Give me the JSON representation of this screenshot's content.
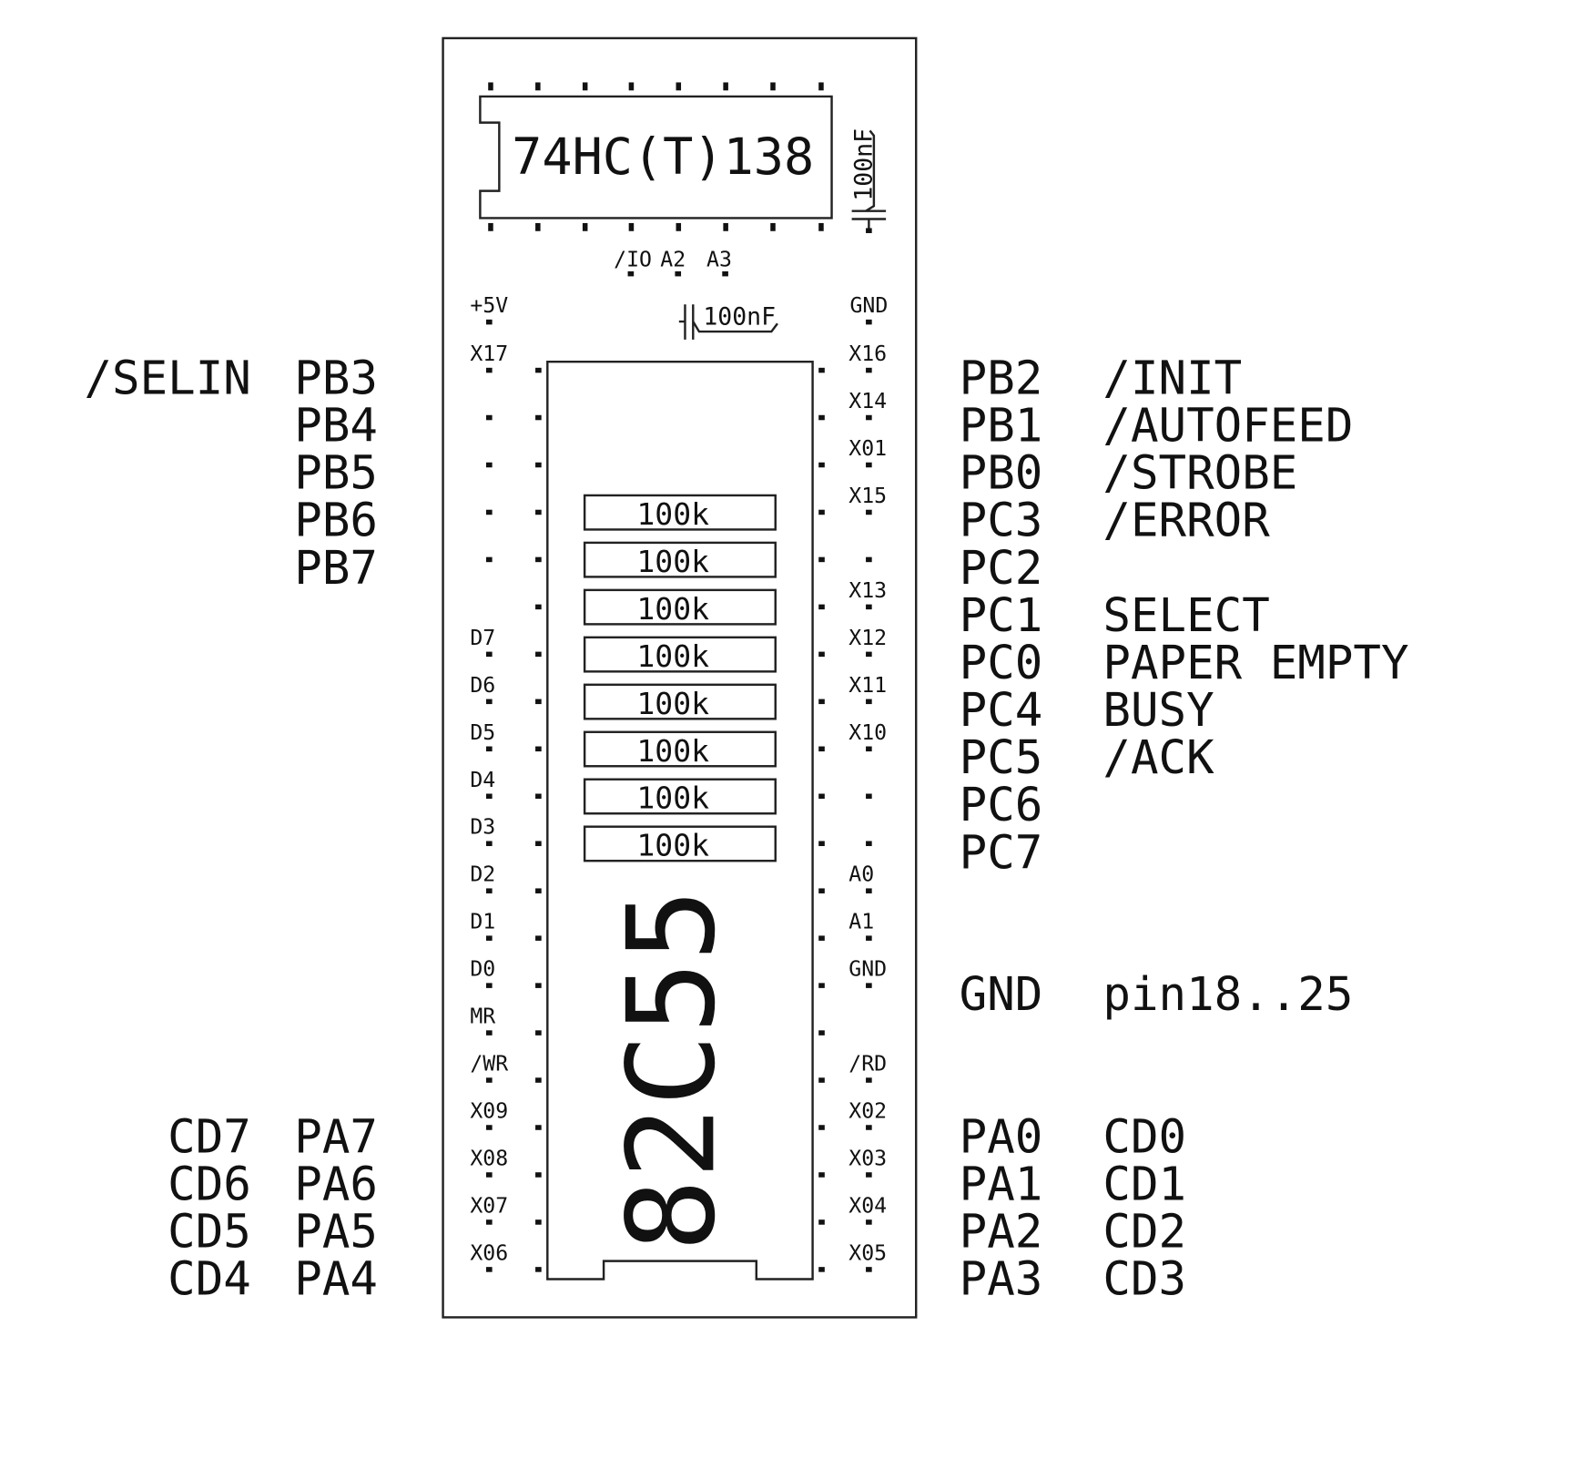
{
  "decoder": {
    "label": "74HC(T)138",
    "pins": [
      "/IO",
      "A2",
      "A3"
    ],
    "cap_label": "100nF"
  },
  "power": {
    "vcc": "+5V",
    "gnd": "GND",
    "cap_label": "100nF"
  },
  "ppi": {
    "label": "82C55"
  },
  "resistors": [
    "100k",
    "100k",
    "100k",
    "100k",
    "100k",
    "100k",
    "100k",
    "100k"
  ],
  "left_pin_labels": [
    "X17",
    "",
    "",
    "",
    "",
    "",
    "D7",
    "D6",
    "D5",
    "D4",
    "D3",
    "D2",
    "D1",
    "D0",
    "MR",
    "/WR",
    "X09",
    "X08",
    "X07",
    "X06"
  ],
  "right_pin_labels": [
    "X16",
    "X14",
    "X01",
    "X15",
    "",
    "X13",
    "X12",
    "X11",
    "X10",
    "",
    "",
    "A0",
    "A1",
    "GND",
    "",
    "/RD",
    "X02",
    "X03",
    "X04",
    "X05"
  ],
  "left_connections_top": [
    {
      "signal": "/SELIN",
      "port": "PB3"
    },
    {
      "signal": "",
      "port": "PB4"
    },
    {
      "signal": "",
      "port": "PB5"
    },
    {
      "signal": "",
      "port": "PB6"
    },
    {
      "signal": "",
      "port": "PB7"
    }
  ],
  "left_connections_bottom": [
    {
      "signal": "CD7",
      "port": "PA7"
    },
    {
      "signal": "CD6",
      "port": "PA6"
    },
    {
      "signal": "CD5",
      "port": "PA5"
    },
    {
      "signal": "CD4",
      "port": "PA4"
    }
  ],
  "right_connections_top": [
    {
      "port": "PB2",
      "signal": "/INIT"
    },
    {
      "port": "PB1",
      "signal": "/AUTOFEED"
    },
    {
      "port": "PB0",
      "signal": "/STROBE"
    },
    {
      "port": "PC3",
      "signal": "/ERROR"
    },
    {
      "port": "PC2",
      "signal": ""
    },
    {
      "port": "PC1",
      "signal": "SELECT"
    },
    {
      "port": "PC0",
      "signal": "PAPER EMPTY"
    },
    {
      "port": "PC4",
      "signal": "BUSY"
    },
    {
      "port": "PC5",
      "signal": "/ACK"
    },
    {
      "port": "PC6",
      "signal": ""
    },
    {
      "port": "PC7",
      "signal": ""
    }
  ],
  "ground_connection": {
    "port": "GND",
    "signal": "pin18..25"
  },
  "right_connections_bottom": [
    {
      "port": "PA0",
      "signal": "CD0"
    },
    {
      "port": "PA1",
      "signal": "CD1"
    },
    {
      "port": "PA2",
      "signal": "CD2"
    },
    {
      "port": "PA3",
      "signal": "CD3"
    }
  ]
}
